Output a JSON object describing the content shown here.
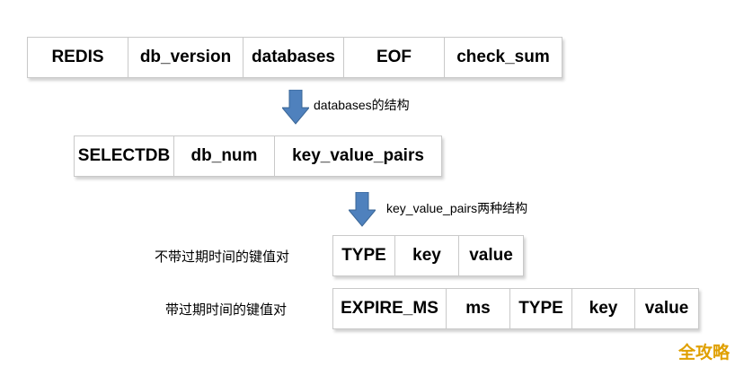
{
  "rdb_file": {
    "cells": [
      "REDIS",
      "db_version",
      "databases",
      "EOF",
      "check_sum"
    ]
  },
  "arrow1": {
    "label": "databases的结构"
  },
  "database": {
    "cells": [
      "SELECTDB",
      "db_num",
      "key_value_pairs"
    ]
  },
  "arrow2": {
    "label": "key_value_pairs两种结构"
  },
  "kv_no_expire": {
    "label": "不带过期时间的键值对",
    "cells": [
      "TYPE",
      "key",
      "value"
    ]
  },
  "kv_with_expire": {
    "label": "带过期时间的键值对",
    "cells": [
      "EXPIRE_MS",
      "ms",
      "TYPE",
      "key",
      "value"
    ]
  },
  "watermark": "全攻略",
  "colors": {
    "arrow": "#4f81bd",
    "border": "#c9c9c9",
    "watermark": "#e0a000"
  }
}
